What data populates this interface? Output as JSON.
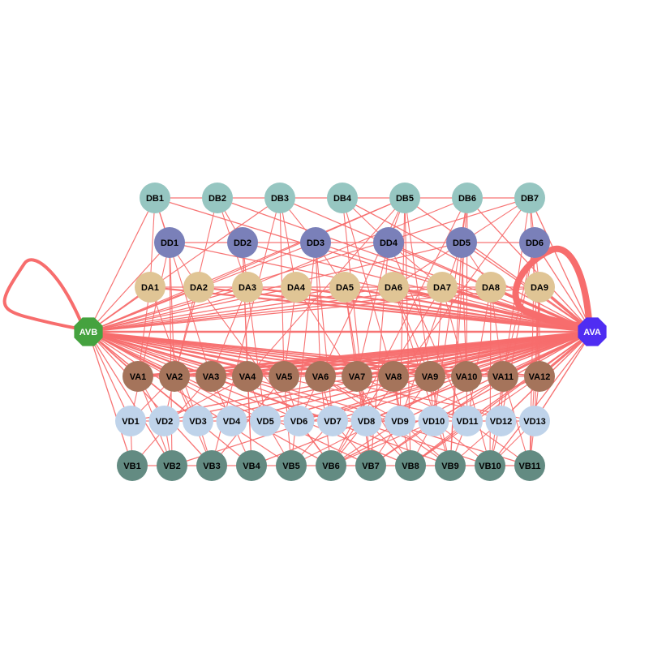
{
  "colors": {
    "edge": "#f76d6d",
    "DB": "#96c6c1",
    "DD": "#7a80b9",
    "DA": "#e0c595",
    "VA": "#a5745b",
    "VD": "#bfd3ea",
    "VB": "#638b82",
    "AVB": "#45a23f",
    "AVA": "#4f2df2",
    "label_dark": "#000000",
    "label_light": "#ffffff"
  },
  "rows": {
    "DB": [
      "DB1",
      "DB2",
      "DB3",
      "DB4",
      "DB5",
      "DB6",
      "DB7"
    ],
    "DD": [
      "DD1",
      "DD2",
      "DD3",
      "DD4",
      "DD5",
      "DD6"
    ],
    "DA": [
      "DA1",
      "DA2",
      "DA3",
      "DA4",
      "DA5",
      "DA6",
      "DA7",
      "DA8",
      "DA9"
    ],
    "VA": [
      "VA1",
      "VA2",
      "VA3",
      "VA4",
      "VA5",
      "VA6",
      "VA7",
      "VA8",
      "VA9",
      "VA10",
      "VA11",
      "VA12"
    ],
    "VD": [
      "VD1",
      "VD2",
      "VD3",
      "VD4",
      "VD5",
      "VD6",
      "VD7",
      "VD8",
      "VD9",
      "VD10",
      "VD11",
      "VD12",
      "VD13"
    ],
    "VB": [
      "VB1",
      "VB2",
      "VB3",
      "VB4",
      "VB5",
      "VB6",
      "VB7",
      "VB8",
      "VB9",
      "VB10",
      "VB11"
    ]
  },
  "hubs": {
    "left": "AVB",
    "right": "AVA"
  }
}
